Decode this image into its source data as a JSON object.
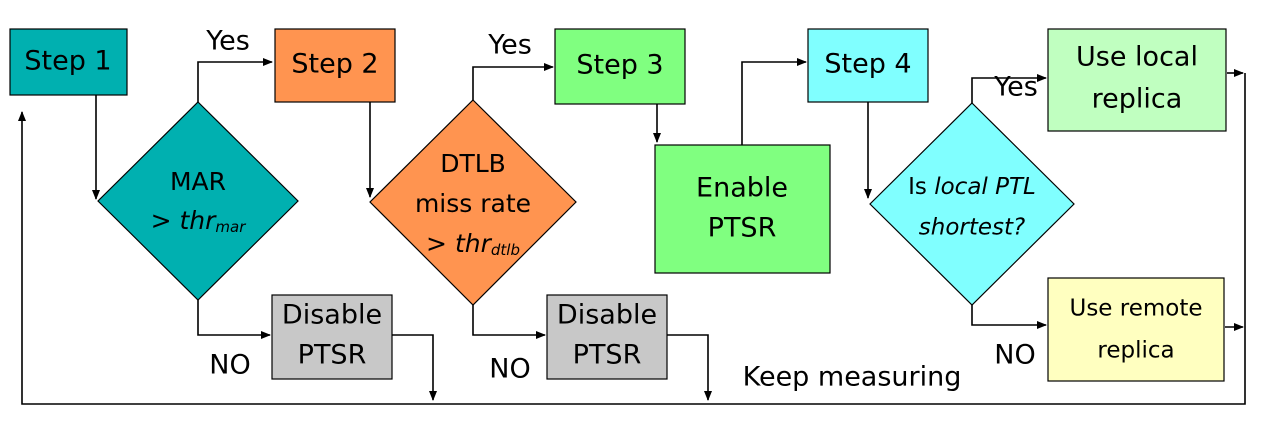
{
  "colors": {
    "step1": "#00B0B0",
    "mar_diamond": "#00B0B0",
    "step2": "#FF9450",
    "dtlb_diamond": "#FF9450",
    "step3": "#80FF80",
    "enable": "#80FF80",
    "step4": "#80FFFF",
    "ptl_diamond": "#80FFFF",
    "use_local": "#C0FFC0",
    "use_remote": "#FFFFC0",
    "disable": "#C8C8C8"
  },
  "nodes": {
    "step1": "Step 1",
    "step2": "Step 2",
    "step3": "Step 3",
    "step4": "Step 4",
    "mar": {
      "line1": "MAR",
      "line2_prefix": "> ",
      "line2_var": "thr",
      "line2_sub": "mar"
    },
    "dtlb": {
      "line1": "DTLB",
      "line2": "miss rate",
      "line3_prefix": "> ",
      "line3_var": "thr",
      "line3_sub": "dtlb"
    },
    "enable": {
      "line1": "Enable",
      "line2": "PTSR"
    },
    "ptl": {
      "line1_prefix": "Is ",
      "line1_italic": "local PTL",
      "line2_italic": "shortest?"
    },
    "use_local": {
      "line1": "Use local",
      "line2": "replica"
    },
    "use_remote": {
      "line1": "Use remote",
      "line2": "replica"
    },
    "disable1": {
      "line1": "Disable",
      "line2": "PTSR"
    },
    "disable2": {
      "line1": "Disable",
      "line2": "PTSR"
    }
  },
  "edge_labels": {
    "yes1": "Yes",
    "yes2": "Yes",
    "yes3": "Yes",
    "no1": "NO",
    "no2": "NO",
    "no3": "NO",
    "loop": "Keep measuring"
  }
}
